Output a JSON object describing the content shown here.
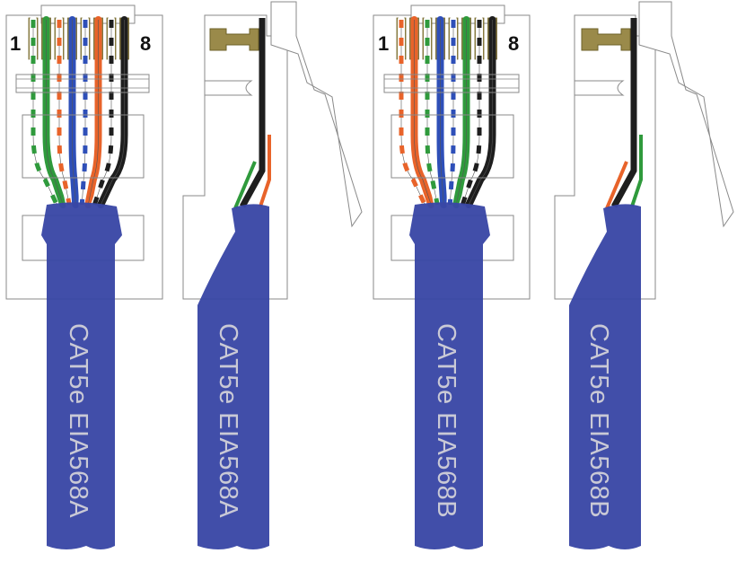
{
  "colors": {
    "cable": "#3947a6",
    "cable_dark": "#2c3788",
    "contact": "#9a8a4a",
    "contact_dark": "#6e6128",
    "outline": "#8a8a8a",
    "white": "#ffffff",
    "green": "#2f9a3c",
    "orange": "#e8632a",
    "blue": "#2e4fb8",
    "brown": "#1e1e1e",
    "label_text": "#c9c9d6"
  },
  "wire_colors_note_icons": [
    "wire-stripe"
  ],
  "connectors": [
    {
      "view": "front",
      "standard_label": "CAT5e EIA568A",
      "pin_first": "1",
      "pin_last": "8",
      "wire_order": [
        {
          "base": "white",
          "stripe": "green"
        },
        {
          "base": "green",
          "stripe": "green"
        },
        {
          "base": "white",
          "stripe": "orange"
        },
        {
          "base": "blue",
          "stripe": "blue"
        },
        {
          "base": "white",
          "stripe": "blue"
        },
        {
          "base": "orange",
          "stripe": "orange"
        },
        {
          "base": "white",
          "stripe": "brown"
        },
        {
          "base": "brown",
          "stripe": "brown"
        }
      ]
    },
    {
      "view": "side",
      "standard_label": "CAT5e EIA568A"
    },
    {
      "view": "front",
      "standard_label": "CAT5e EIA568B",
      "pin_first": "1",
      "pin_last": "8",
      "wire_order": [
        {
          "base": "white",
          "stripe": "orange"
        },
        {
          "base": "orange",
          "stripe": "orange"
        },
        {
          "base": "white",
          "stripe": "green"
        },
        {
          "base": "blue",
          "stripe": "blue"
        },
        {
          "base": "white",
          "stripe": "blue"
        },
        {
          "base": "green",
          "stripe": "green"
        },
        {
          "base": "white",
          "stripe": "brown"
        },
        {
          "base": "brown",
          "stripe": "brown"
        }
      ]
    },
    {
      "view": "side",
      "standard_label": "CAT5e EIA568B"
    }
  ]
}
